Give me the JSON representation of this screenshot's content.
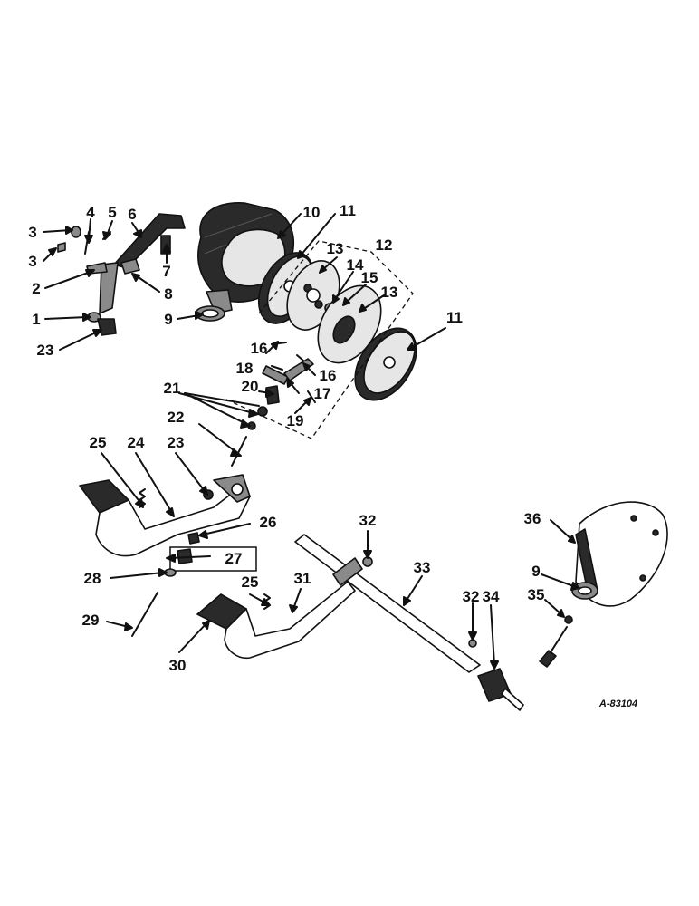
{
  "figure_ref": "A-83104",
  "callouts": {
    "c1": "1",
    "c2": "2",
    "c3a": "3",
    "c3b": "3",
    "c4": "4",
    "c5": "5",
    "c6": "6",
    "c7": "7",
    "c8": "8",
    "c9a": "9",
    "c9b": "9",
    "c10": "10",
    "c11a": "11",
    "c11b": "11",
    "c12": "12",
    "c13a": "13",
    "c13b": "13",
    "c14": "14",
    "c15": "15",
    "c16a": "16",
    "c16b": "16",
    "c17": "17",
    "c18": "18",
    "c19": "19",
    "c20": "20",
    "c21": "21",
    "c22": "22",
    "c23a": "23",
    "c23b": "23",
    "c24": "24",
    "c25a": "25",
    "c25b": "25",
    "c26": "26",
    "c27": "27",
    "c28": "28",
    "c29": "29",
    "c30": "30",
    "c31": "31",
    "c32a": "32",
    "c32b": "32",
    "c33": "33",
    "c34": "34",
    "c35": "35",
    "c36": "36"
  }
}
